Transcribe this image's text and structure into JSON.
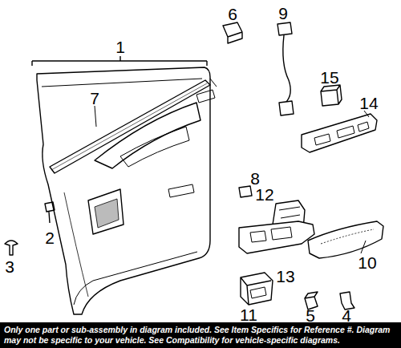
{
  "diagram": {
    "nodes": [
      {
        "text": [
          "Only one part or sub-assembly in diagram included. See Item Specifics for Reference #. Diagram may not be specific to your vehicle. See Compatibility for vehicle-specific diagrams."
        ]
      }
    ],
    "labels": [
      "1",
      "2",
      "3",
      "4",
      "5",
      "6",
      "7",
      "8",
      "9",
      "10",
      "11",
      "12",
      "13",
      "14",
      "15"
    ]
  }
}
